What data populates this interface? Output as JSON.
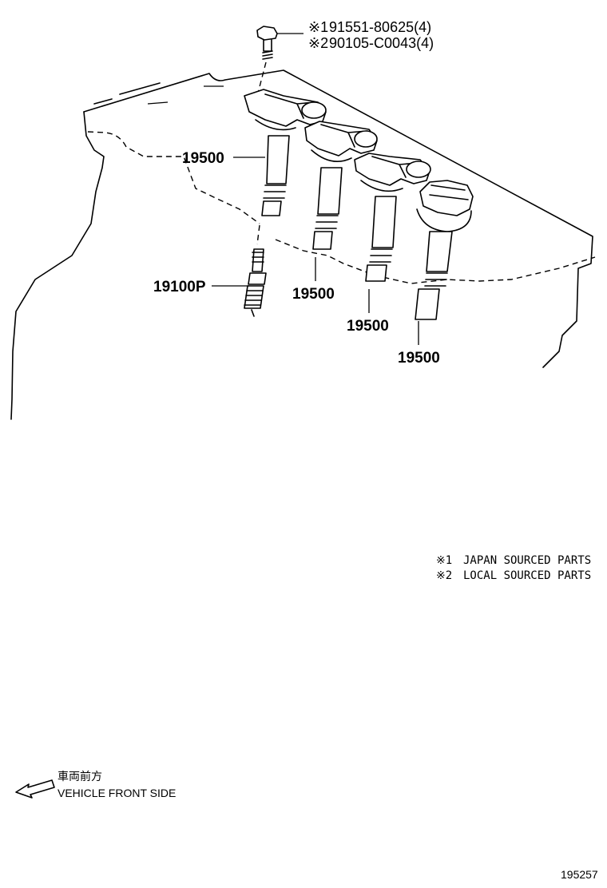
{
  "bolt_notes": [
    {
      "mark": "※1",
      "part": "91551-80625(4)"
    },
    {
      "mark": "※2",
      "part": "90105-C0043(4)"
    }
  ],
  "callouts": [
    {
      "name": "coil-1",
      "label": "19500"
    },
    {
      "name": "coil-2",
      "label": "19500"
    },
    {
      "name": "coil-3",
      "label": "19500"
    },
    {
      "name": "coil-4",
      "label": "19500"
    },
    {
      "name": "spark-plug",
      "label": "19100P"
    }
  ],
  "legend": [
    {
      "mark": "※1",
      "text": "JAPAN SOURCED PARTS"
    },
    {
      "mark": "※2",
      "text": "LOCAL SOURCED PARTS"
    }
  ],
  "direction": {
    "japanese": "車両前方",
    "english": "VEHICLE FRONT SIDE"
  },
  "illustration_number": "195257"
}
